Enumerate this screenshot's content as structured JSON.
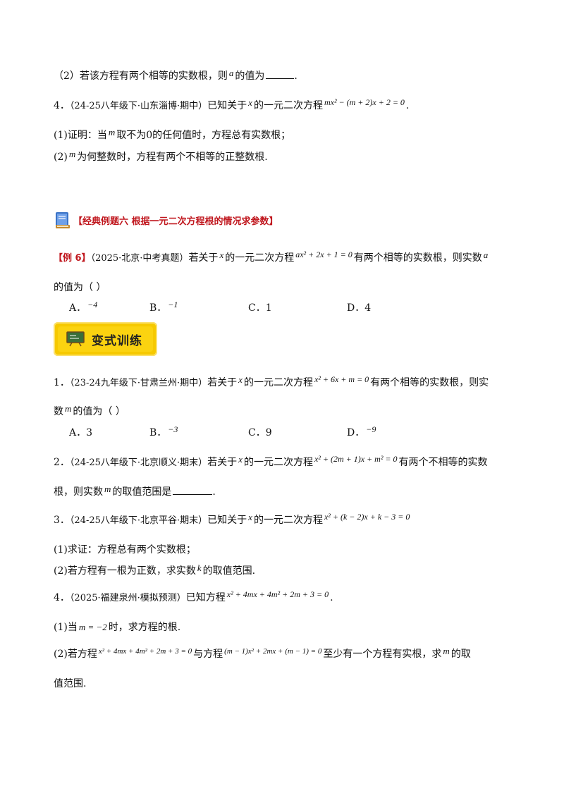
{
  "top": {
    "q2_prefix": "（2）若该方程有两个相等的实数根，则",
    "q2_var": "a",
    "q2_mid": "的值为",
    "q2_end": "."
  },
  "q4_prev": {
    "num": "4．",
    "source": "（24-25八年级下·山东淄博·期中）",
    "text_a": "已知关于",
    "var_x": "x",
    "text_b": "的一元二次方程",
    "equation": "mx² − (m + 2)x + 2 = 0",
    "end": ".",
    "p1_a": "(1)证明：当",
    "p1_var": "m",
    "p1_b": "取不为0的任何值时，方程总有实数根；",
    "p2_a": "(2)",
    "p2_var": "m",
    "p2_b": "为何整数时，方程有两个不相等的正整数根."
  },
  "section": {
    "heading": "【经典例题六  根据一元二次方程根的情况求参数】",
    "icon": "book-icon"
  },
  "example": {
    "tag": "【例 6】",
    "source": "（2025·北京·中考真题）",
    "text_a": "若关于",
    "var_x": "x",
    "text_b": "的一元二次方程",
    "equation": "ax² + 2x + 1 = 0",
    "text_c": "有两个相等的实数根，则实数",
    "var_a": "a",
    "line2": "的值为（    ）",
    "choices": [
      "A．",
      "B．",
      "C．1",
      "D．4"
    ],
    "choice_vals": [
      "−4",
      "−1"
    ]
  },
  "banner": {
    "label": "变式训练",
    "icon": "whiteboard-icon"
  },
  "ex1": {
    "num": "1．",
    "source": "（23-24九年级下·甘肃兰州·期中）",
    "text_a": "若关于",
    "var_x": "x",
    "text_b": "的一元二次方程",
    "equation": "x² + 6x + m = 0",
    "text_c": "有两个相等的实数根，则实",
    "line2_a": "数",
    "line2_var": "m",
    "line2_b": "的值为（    ）",
    "choices": [
      "A．3",
      "B．",
      "C．9",
      "D．"
    ],
    "choice_vals": [
      "−3",
      "−9"
    ]
  },
  "ex2": {
    "num": "2．",
    "source": "（24-25八年级下·北京顺义·期末）",
    "text_a": "若关于",
    "var_x": "x",
    "text_b": "的一元二次方程",
    "equation": "x² + (2m + 1)x + m² = 0",
    "text_c": "有两个不相等的实数",
    "line2_a": "根，则实数",
    "line2_var": "m",
    "line2_b": "的取值范围是",
    "line2_end": "."
  },
  "ex3": {
    "num": "3．",
    "source": "（24-25八年级下·北京平谷·期末）",
    "text_a": "已知关于",
    "var_x": "x",
    "text_b": "的一元二次方程",
    "equation": "x² + (k − 2)x + k − 3 = 0",
    "p1": "(1)求证：方程总有两个实数根；",
    "p2_a": "(2)若方程有一根为正数，求实数",
    "p2_var": "k",
    "p2_b": "的取值范围."
  },
  "ex4": {
    "num": "4．",
    "source": "（2025·福建泉州·模拟预测）",
    "text_a": "已知方程",
    "equation": "x² + 4mx + 4m² + 2m + 3 = 0",
    "end": ".",
    "p1_a": "(1)当",
    "p1_eq": "m = −2",
    "p1_b": "时，求方程的根.",
    "p2_a": "(2)若方程",
    "p2_eq1": "x² + 4mx + 4m² + 2m + 3 = 0",
    "p2_b": "与方程",
    "p2_eq2": "(m − 1)x² + 2mx + (m − 1) = 0",
    "p2_c": "至少有一个方程有实根，求",
    "p2_var": "m",
    "p2_d": "的取",
    "p2_line2": "值范围."
  }
}
